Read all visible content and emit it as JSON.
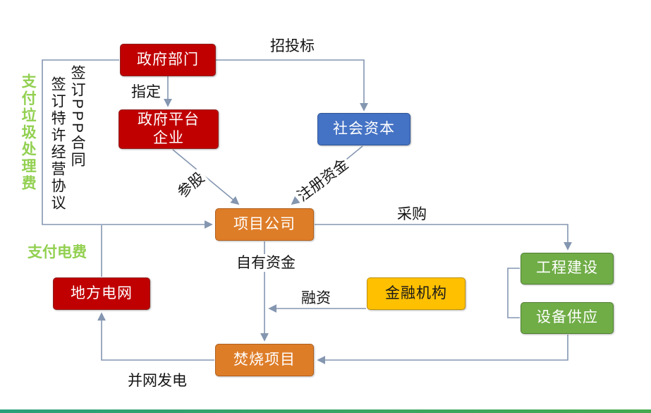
{
  "nodes": {
    "government": {
      "label": "政府部门"
    },
    "platform": {
      "label": "政府平台\n企业"
    },
    "social_capital": {
      "label": "社会资本"
    },
    "project_company": {
      "label": "项目公司"
    },
    "financial_institution": {
      "label": "金融机构"
    },
    "local_grid": {
      "label": "地方电网"
    },
    "incineration_project": {
      "label": "焚烧项目"
    },
    "construction": {
      "label": "工程建设"
    },
    "equipment_supply": {
      "label": "设备供应"
    }
  },
  "edge_labels": {
    "bidding": "招投标",
    "designate": "指定",
    "equity": "参股",
    "registered_capital": "注册资金",
    "procurement": "采购",
    "own_funds": "自有资金",
    "financing": "融资",
    "grid_generation": "并网发电",
    "pay_electricity_fee": "支付电费",
    "pay_waste_fee": "支付垃圾处理费",
    "sign_ppp_contract": "签订PPP合同",
    "sign_franchise_agreement": "签订特许经营协议"
  },
  "colors": {
    "government_red": "#C00000",
    "social_capital_blue": "#4472C4",
    "project_orange": "#DE7D28",
    "finance_yellow": "#FFC000",
    "supplier_green": "#70AD47",
    "connector_gray_blue": "#8496B0",
    "fee_label_green": "#92D050",
    "bottom_bar_green": "#2FA06E"
  }
}
